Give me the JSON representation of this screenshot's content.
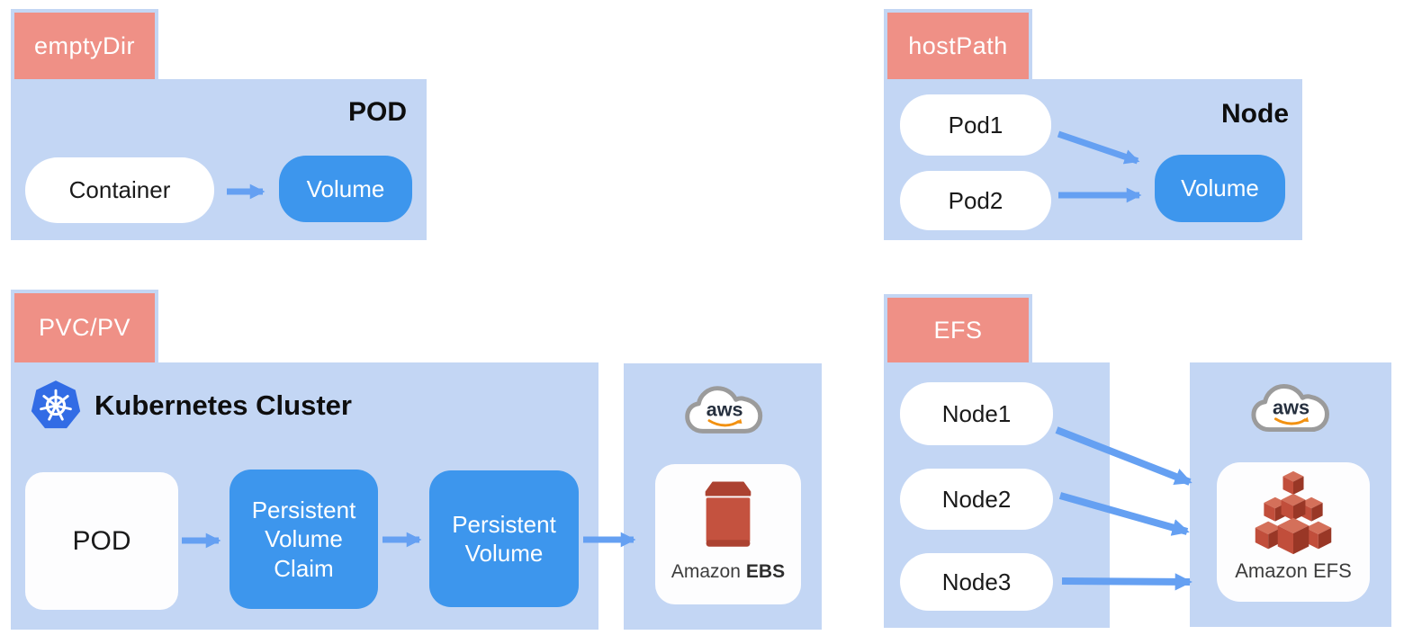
{
  "colors": {
    "panel_blue": "#C3D6F4",
    "tab_salmon": "#EF9086",
    "box_blue": "#3D96ED",
    "arrow_blue": "#65A0F2",
    "k8s_blue": "#326CE5",
    "aws_dark": "#252F3E",
    "aws_orange": "#F29111",
    "ebs_red": "#C4523F",
    "ebs_red_dark": "#AC4231"
  },
  "aws": {
    "label": "aws"
  },
  "sections": {
    "emptydir": {
      "tab": "emptyDir",
      "title": "POD",
      "container_label": "Container",
      "volume_label": "Volume"
    },
    "hostpath": {
      "tab": "hostPath",
      "title": "Node",
      "pods": [
        "Pod1",
        "Pod2"
      ],
      "volume_label": "Volume"
    },
    "pvcpv": {
      "tab": "PVC/PV",
      "cluster_title": "Kubernetes Cluster",
      "pod_label": "POD",
      "pvc_label": "Persistent Volume Claim",
      "pv_label": "Persistent Volume",
      "ebs_label_regular": "Amazon",
      "ebs_label_bold": "EBS"
    },
    "efs": {
      "tab": "EFS",
      "nodes": [
        "Node1",
        "Node2",
        "Node3"
      ],
      "efs_label": "Amazon EFS"
    }
  }
}
